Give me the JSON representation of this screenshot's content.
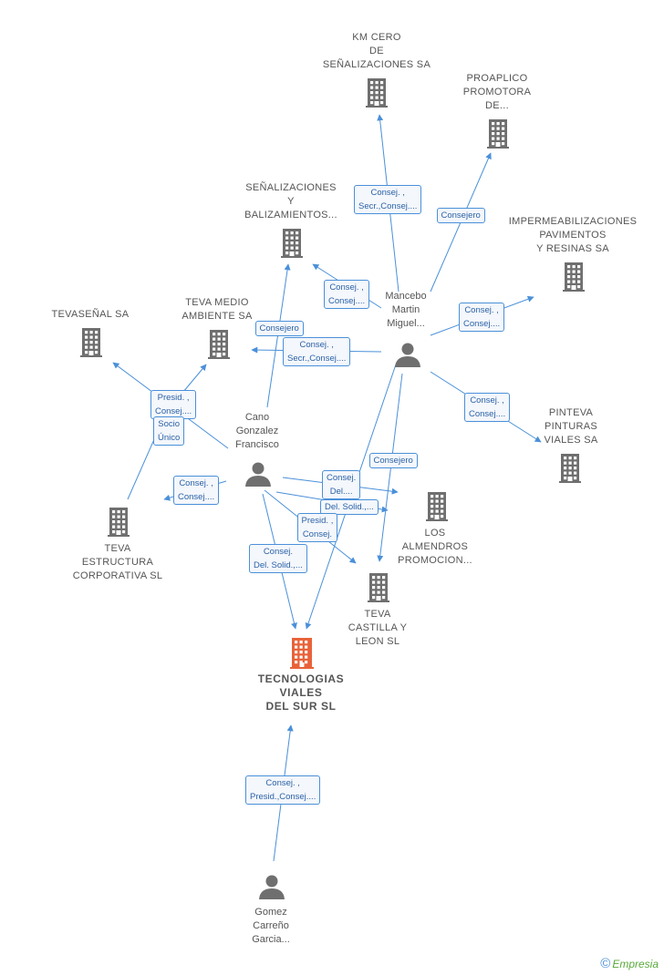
{
  "colors": {
    "edge": "#4a90d9",
    "company": "#6f6f6f",
    "main_company": "#e8633a",
    "person": "#6f6f6f",
    "badge_border": "#4a90d9",
    "badge_text": "#2b62a8"
  },
  "nodes": [
    {
      "id": "kmcero",
      "type": "company",
      "lines": [
        "KM CERO",
        "DE",
        "SEÑALIZACIONES SA"
      ]
    },
    {
      "id": "proaplico",
      "type": "company",
      "lines": [
        "PROAPLICO",
        "PROMOTORA",
        "DE..."
      ]
    },
    {
      "id": "senalizaciones",
      "type": "company",
      "lines": [
        "SEÑALIZACIONES",
        "Y",
        "BALIZAMIENTOS..."
      ]
    },
    {
      "id": "impermeabilizaciones",
      "type": "company",
      "lines": [
        "IMPERMEABILIZACIONES",
        "PAVIMENTOS",
        "Y RESINAS SA"
      ]
    },
    {
      "id": "tevasenal",
      "type": "company",
      "lines": [
        "TEVASEÑAL SA"
      ]
    },
    {
      "id": "tevamedio",
      "type": "company",
      "lines": [
        "TEVA MEDIO",
        "AMBIENTE SA"
      ]
    },
    {
      "id": "mancebo",
      "type": "person",
      "lines": [
        "Mancebo",
        "Martin",
        "Miguel..."
      ]
    },
    {
      "id": "cano",
      "type": "person",
      "lines": [
        "Cano",
        "Gonzalez",
        "Francisco"
      ]
    },
    {
      "id": "pinteva",
      "type": "company",
      "lines": [
        "PINTEVA",
        "PINTURAS",
        "VIALES SA"
      ]
    },
    {
      "id": "losalmendros",
      "type": "company",
      "lines": [
        "LOS",
        "ALMENDROS",
        "PROMOCION..."
      ]
    },
    {
      "id": "tevaestructura",
      "type": "company",
      "lines": [
        "TEVA",
        "ESTRUCTURA",
        "CORPORATIVA SL"
      ]
    },
    {
      "id": "tevacastilla",
      "type": "company",
      "lines": [
        "TEVA",
        "CASTILLA Y",
        "LEON SL"
      ]
    },
    {
      "id": "tecnologias",
      "type": "main",
      "lines": [
        "TECNOLOGIAS",
        "VIALES",
        "DEL SUR SL"
      ]
    },
    {
      "id": "gomez",
      "type": "person",
      "lines": [
        "Gomez",
        "Carreño",
        "Garcia..."
      ]
    }
  ],
  "edges": [
    {
      "from": "mancebo",
      "to": "kmcero",
      "lines": [
        "Consej. ,",
        "Secr.,Consej...."
      ]
    },
    {
      "from": "mancebo",
      "to": "proaplico",
      "lines": [
        "Consejero"
      ]
    },
    {
      "from": "mancebo",
      "to": "senalizaciones",
      "lines": [
        "Consej. ,",
        "Consej...."
      ]
    },
    {
      "from": "mancebo",
      "to": "impermeabilizaciones",
      "lines": [
        "Consej. ,",
        "Consej...."
      ]
    },
    {
      "from": "mancebo",
      "to": "tevamedio",
      "lines": [
        "Consej. ,",
        "Secr.,Consej...."
      ]
    },
    {
      "from": "cano",
      "to": "senalizaciones",
      "lines": [
        "Consejero"
      ]
    },
    {
      "from": "cano",
      "to": "tevasenal",
      "lines": [
        "Presid. ,",
        "Consej...."
      ]
    },
    {
      "from": "cano",
      "to": "tevamedio",
      "lines": []
    },
    {
      "from": "tevaestructura",
      "to": "tevamedio",
      "lines": [
        "Socio",
        "Único"
      ]
    },
    {
      "from": "mancebo",
      "to": "pinteva",
      "lines": [
        "Consej. ,",
        "Consej...."
      ]
    },
    {
      "from": "mancebo",
      "to": "tevacastilla",
      "lines": [
        "Consejero"
      ]
    },
    {
      "from": "mancebo",
      "to": "tecnologias",
      "lines": []
    },
    {
      "from": "cano",
      "to": "tevaestructura",
      "lines": [
        "Consej. ,",
        "Consej...."
      ]
    },
    {
      "from": "cano",
      "to": "losalmendros",
      "lines": [
        "Consej.",
        "Del...."
      ]
    },
    {
      "from": "cano",
      "to": "losalmendros",
      "lines": [
        "Del. Solid.,..."
      ]
    },
    {
      "from": "cano",
      "to": "tevacastilla",
      "lines": [
        "Presid. ,",
        "Consej."
      ]
    },
    {
      "from": "cano",
      "to": "tecnologias",
      "lines": [
        "Consej.",
        "Del. Solid.,..."
      ]
    },
    {
      "from": "gomez",
      "to": "tecnologias",
      "lines": [
        "Consej. ,",
        "Presid.,Consej...."
      ]
    }
  ],
  "brand": {
    "symbol": "©",
    "name": "Empresia"
  }
}
